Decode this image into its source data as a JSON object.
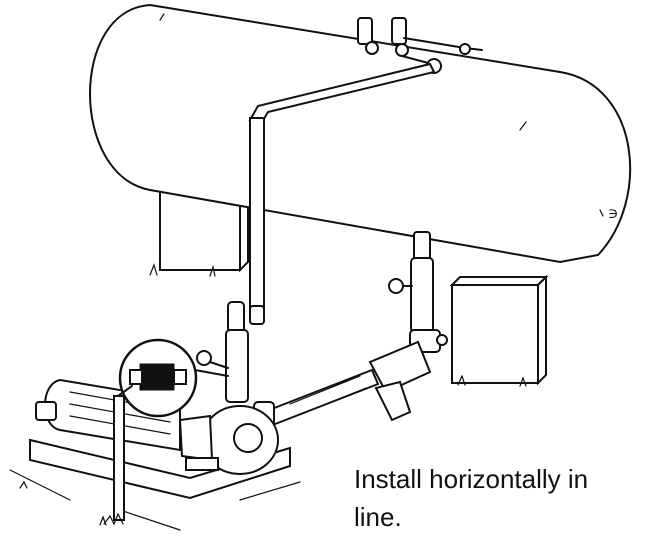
{
  "caption": {
    "line1": "Install horizontally in",
    "line2": "line."
  },
  "colors": {
    "ink": "#111111",
    "background": "#ffffff"
  },
  "illustration": {
    "subject": "tank-pump-piping-installation",
    "highlighted_component": "in-line-device-circled"
  }
}
